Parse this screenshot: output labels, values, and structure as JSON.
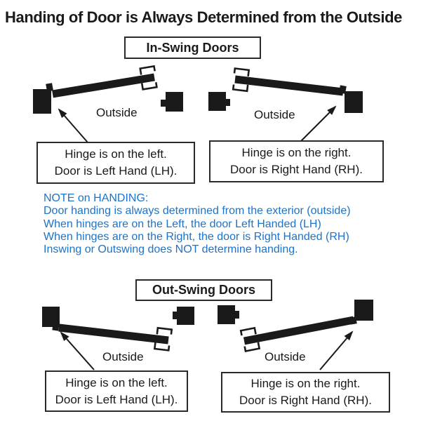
{
  "title": "Handing of Door is Always Determined from the Outside",
  "colors": {
    "ink": "#1a1a1a",
    "note_blue": "#1e73c8"
  },
  "in_swing": {
    "header": "In-Swing Doors",
    "left": {
      "outside": "Outside",
      "caption_line1": "Hinge is on the left.",
      "caption_line2": "Door is Left Hand (LH)."
    },
    "right": {
      "outside": "Outside",
      "caption_line1": "Hinge is on the right.",
      "caption_line2": "Door is Right Hand (RH)."
    }
  },
  "out_swing": {
    "header": "Out-Swing Doors",
    "left": {
      "outside": "Outside",
      "caption_line1": "Hinge is on the left.",
      "caption_line2": "Door is Left Hand (LH)."
    },
    "right": {
      "outside": "Outside",
      "caption_line1": "Hinge is on the right.",
      "caption_line2": "Door is Right Hand (RH)."
    }
  },
  "note": {
    "lines": [
      "NOTE on HANDING:",
      "Door handing is always determined from the exterior (outside)",
      "When hinges are on the Left, the door Left Handed (LH)",
      "When hinges are on the Right, the door is Right Handed (RH)",
      "Inswing or Outswing does NOT determine handing."
    ]
  }
}
